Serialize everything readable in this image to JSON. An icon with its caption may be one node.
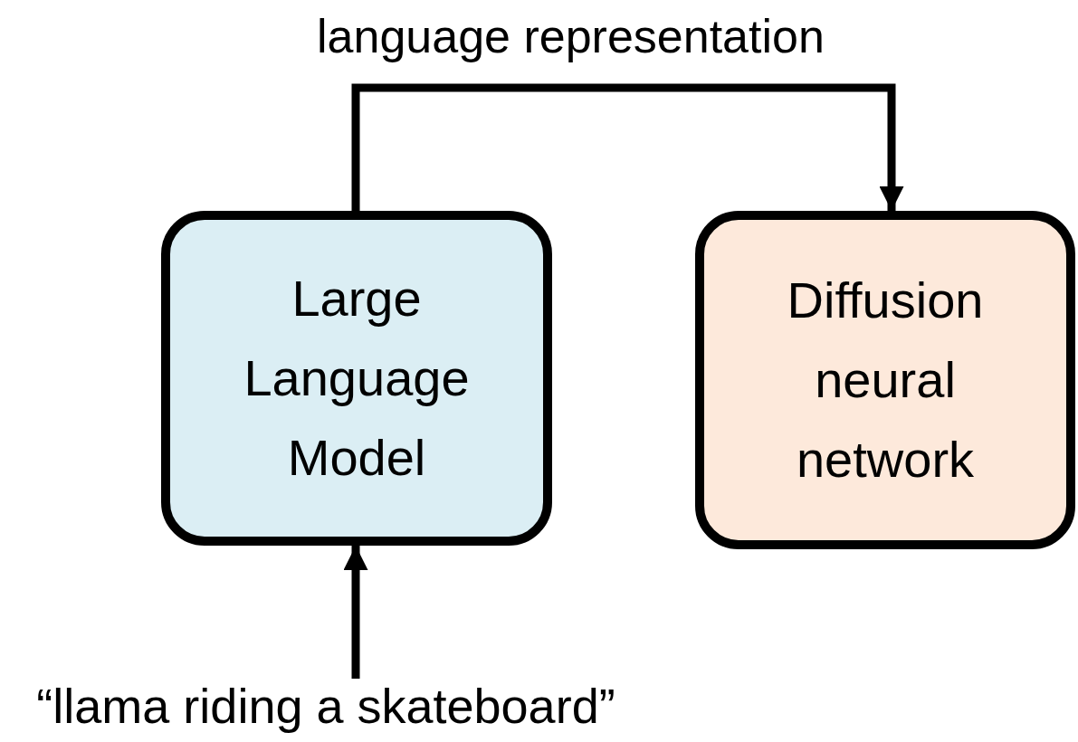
{
  "diagram": {
    "nodes": [
      {
        "text": [
          "Large Language Model"
        ]
      },
      {
        "text": [
          "Diffusion neural network"
        ]
      },
      {
        "text": [
          "“llama riding a skateboard”"
        ]
      }
    ],
    "edges": [
      {
        "from": 0,
        "to": 1,
        "arrow": "to",
        "label": "language representation"
      },
      {
        "from": 2,
        "to": 0,
        "arrow": "to"
      }
    ]
  }
}
